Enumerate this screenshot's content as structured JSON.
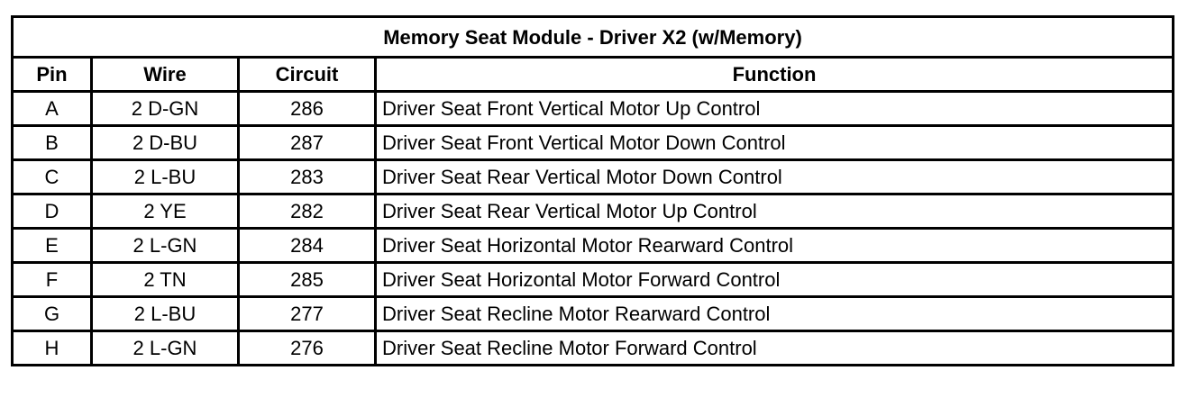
{
  "table": {
    "title": "Memory Seat Module - Driver X2 (w/Memory)",
    "headers": [
      "Pin",
      "Wire",
      "Circuit",
      "Function"
    ],
    "rows": [
      {
        "pin": "A",
        "wire": "2 D-GN",
        "circuit": "286",
        "function": "Driver Seat Front Vertical Motor Up Control"
      },
      {
        "pin": "B",
        "wire": "2 D-BU",
        "circuit": "287",
        "function": "Driver Seat Front Vertical Motor Down Control"
      },
      {
        "pin": "C",
        "wire": "2 L-BU",
        "circuit": "283",
        "function": "Driver Seat Rear Vertical Motor Down Control"
      },
      {
        "pin": "D",
        "wire": "2 YE",
        "circuit": "282",
        "function": "Driver Seat Rear Vertical Motor Up Control"
      },
      {
        "pin": "E",
        "wire": "2 L-GN",
        "circuit": "284",
        "function": "Driver Seat Horizontal Motor Rearward Control"
      },
      {
        "pin": "F",
        "wire": "2 TN",
        "circuit": "285",
        "function": "Driver Seat Horizontal Motor Forward Control"
      },
      {
        "pin": "G",
        "wire": "2 L-BU",
        "circuit": "277",
        "function": "Driver Seat Recline Motor Rearward Control"
      },
      {
        "pin": "H",
        "wire": "2 L-GN",
        "circuit": "276",
        "function": "Driver Seat Recline Motor Forward Control"
      }
    ]
  }
}
